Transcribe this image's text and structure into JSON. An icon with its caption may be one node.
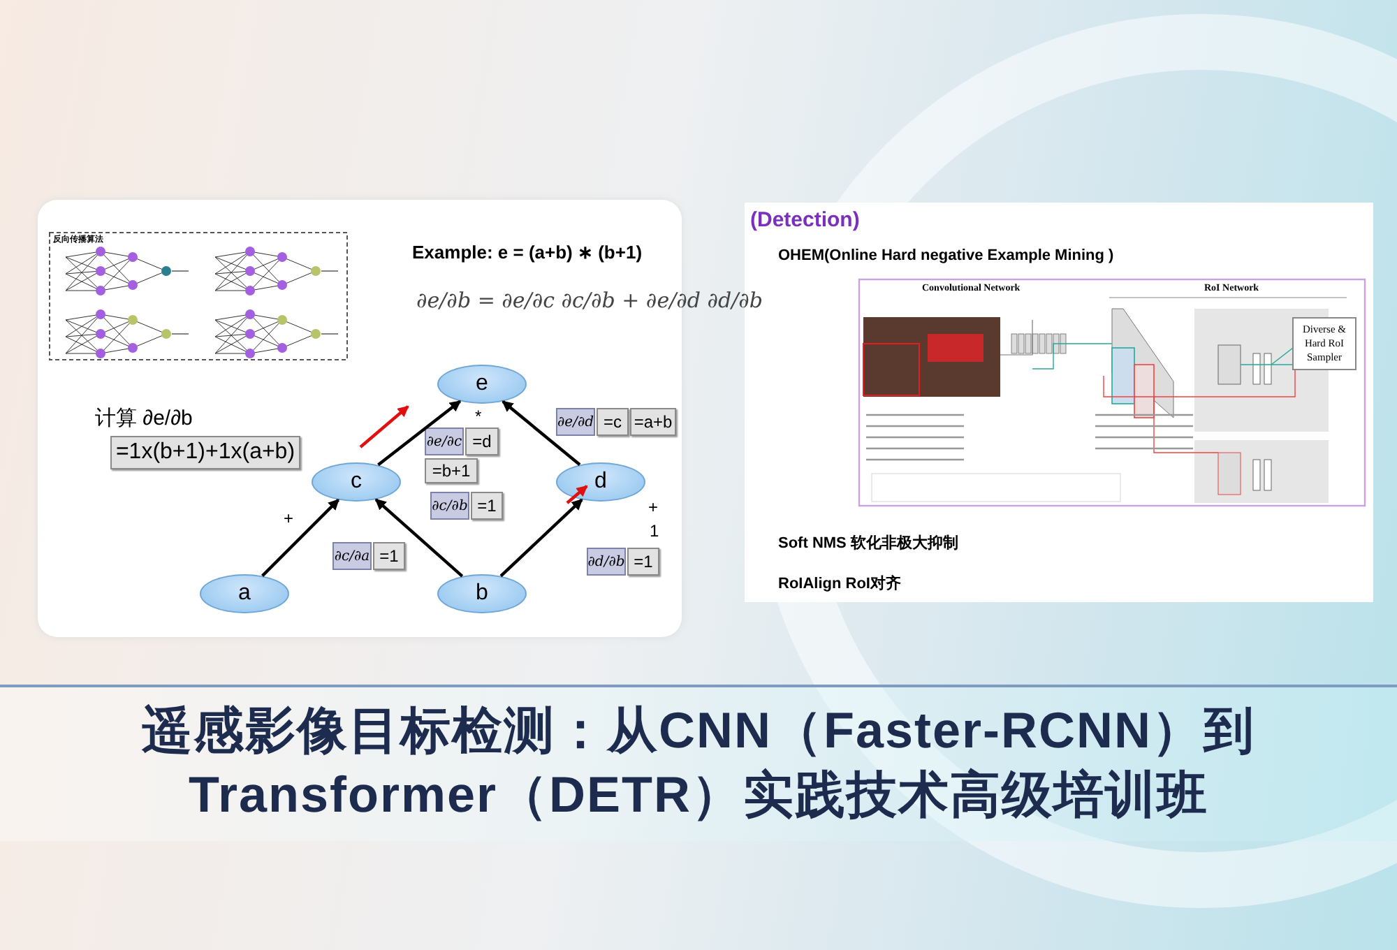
{
  "diagram": {
    "title": "遥感影像目标检测：从CNN（Faster-RCNN）到Transformer（DETR）实践技术高级培训班",
    "nodes": [
      {
        "text": [
          "e"
        ]
      },
      {
        "text": [
          "c"
        ]
      },
      {
        "text": [
          "d"
        ]
      },
      {
        "text": [
          "a"
        ]
      },
      {
        "text": [
          "b"
        ]
      },
      {
        "text": [
          "∂e/∂c"
        ]
      },
      {
        "text": [
          "=d"
        ]
      },
      {
        "text": [
          "=b+1"
        ]
      },
      {
        "text": [
          "∂e/∂d"
        ]
      },
      {
        "text": [
          "=c"
        ]
      },
      {
        "text": [
          "=a+b"
        ]
      },
      {
        "text": [
          "∂c/∂a"
        ]
      },
      {
        "text": [
          "=1"
        ]
      },
      {
        "text": [
          "∂c/∂b"
        ]
      },
      {
        "text": [
          "=1"
        ]
      },
      {
        "text": [
          "∂d/∂b"
        ]
      },
      {
        "text": [
          "=1"
        ]
      },
      {
        "text": [
          "=1x(b+1)+1x(a+b)"
        ]
      },
      {
        "text": [
          "Diverse & Hard RoI Sampler"
        ]
      }
    ],
    "edges": [
      {
        "from": 3,
        "to": 1,
        "arrow": "to"
      },
      {
        "from": 4,
        "to": 1,
        "arrow": "to"
      },
      {
        "from": 4,
        "to": 2,
        "arrow": "to"
      },
      {
        "from": 1,
        "to": 0,
        "arrow": "to"
      },
      {
        "from": 2,
        "to": 0,
        "arrow": "to"
      }
    ],
    "labels": [
      "反向传播算法",
      "Example: e = (a+b) ∗ (b+1)",
      "∂e/∂b = ∂e/∂c ∂c/∂b + ∂e/∂d ∂d/∂b",
      "计算 ∂e/∂b",
      "*",
      "+",
      "+",
      "1",
      "(Detection)",
      "OHEM(Online Hard negative Example Mining )",
      "Convolutional Network",
      "RoI Network",
      "Soft NMS 软化非极大抑制",
      "RoIAlign RoI对齐"
    ]
  }
}
